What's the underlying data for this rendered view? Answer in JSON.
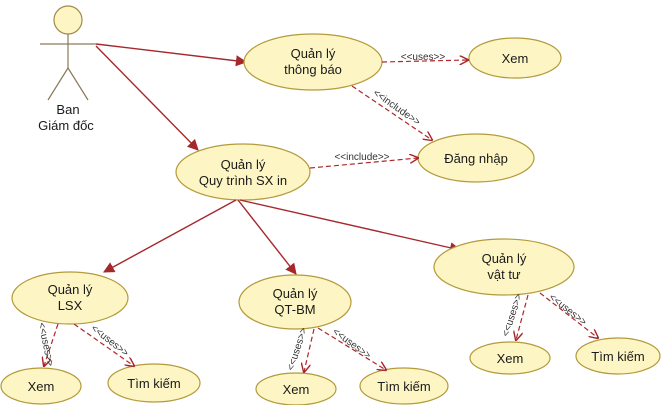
{
  "actor": {
    "name_line1": "Ban",
    "name_line2": "Giám đốc"
  },
  "use_cases": {
    "thong_bao": {
      "line1": "Quản lý",
      "line2": "thông báo"
    },
    "xem_top": {
      "line1": "Xem"
    },
    "dang_nhap": {
      "line1": "Đăng nhập"
    },
    "quy_trinh": {
      "line1": "Quản lý",
      "line2": "Quy trình SX in"
    },
    "lsx": {
      "line1": "Quản lý",
      "line2": "LSX"
    },
    "qtbm": {
      "line1": "Quản lý",
      "line2": "QT-BM"
    },
    "vat_tu": {
      "line1": "Quản lý",
      "line2": "vật tư"
    },
    "xem_lsx": {
      "line1": "Xem"
    },
    "timkiem_lsx": {
      "line1": "Tìm kiếm"
    },
    "xem_qtbm": {
      "line1": "Xem"
    },
    "timkiem_qtbm": {
      "line1": "Tìm kiếm"
    },
    "xem_vattu": {
      "line1": "Xem"
    },
    "timkiem_vattu": {
      "line1": "Tìm kiếm"
    }
  },
  "stereotypes": {
    "uses": "<<uses>>",
    "include": "<<include>>"
  },
  "colors": {
    "ellipse_fill": "#fdf6c4",
    "line": "#a5282c"
  }
}
